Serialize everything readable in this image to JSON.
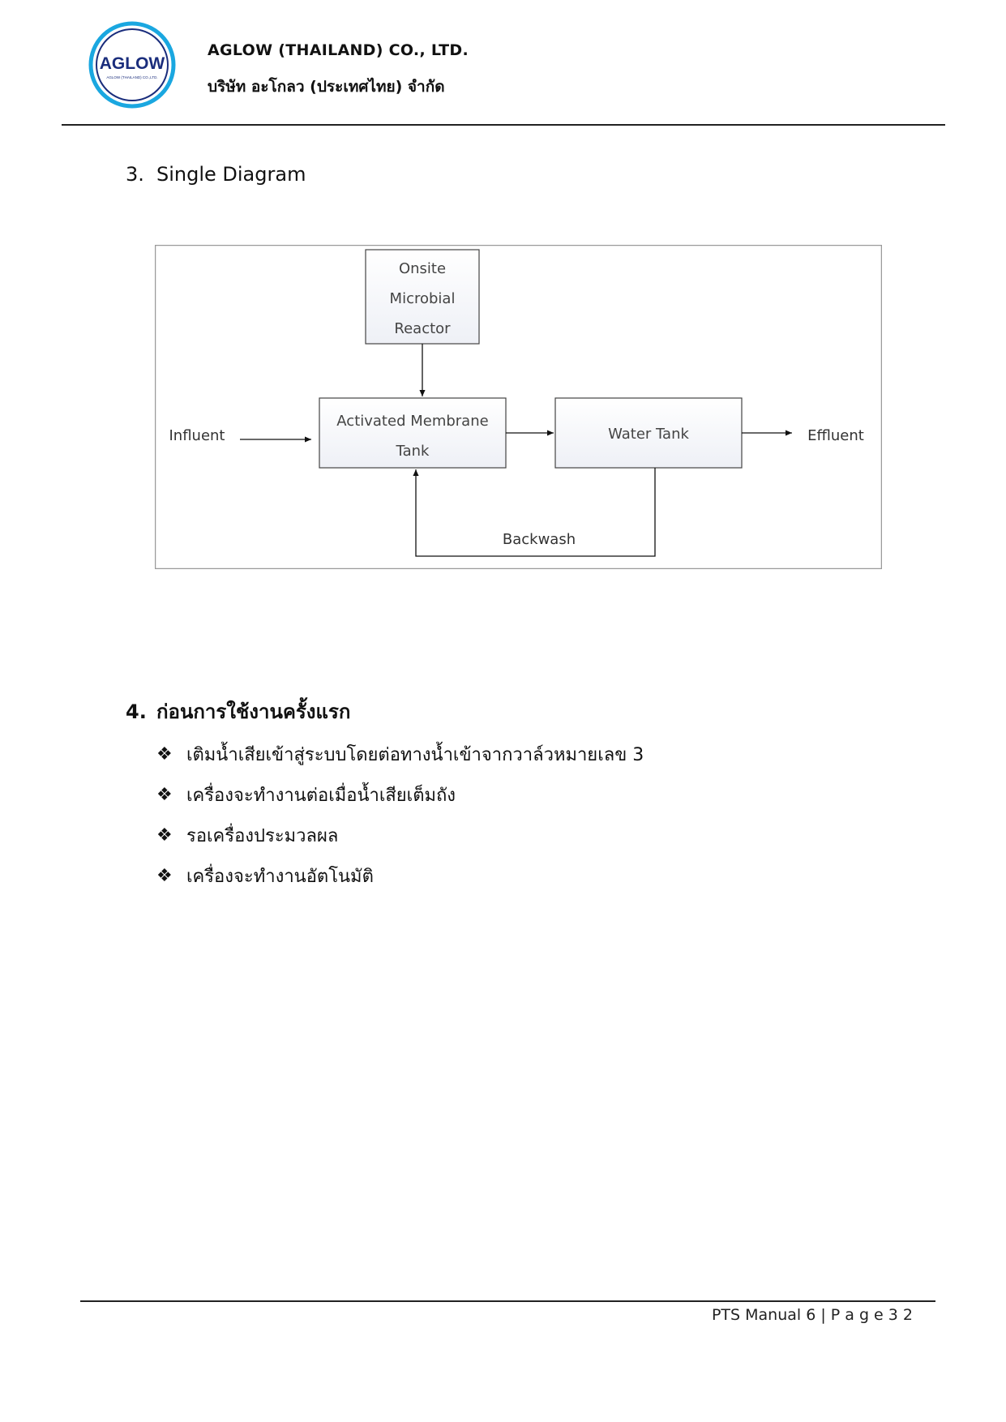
{
  "header": {
    "logo_text": "AGLOW",
    "logo_subtext": "AGLOW (THAILAND) CO.,LTD.",
    "company_en": "AGLOW (THAILAND) CO., LTD.",
    "company_th": "บริษัท อะโกลว  (ประเทศไทย) จำกัด"
  },
  "section3": {
    "number": "3.",
    "title": "Single Diagram"
  },
  "diagram": {
    "reactor_lines": [
      "Onsite",
      "Microbial",
      "Reactor"
    ],
    "amt_lines": [
      "Activated Membrane",
      "Tank"
    ],
    "water_tank": "Water Tank",
    "influent": "Influent",
    "effluent": "Effluent",
    "backwash": "Backwash"
  },
  "section4": {
    "number": "4.",
    "title": "ก่อนการใช้งานครั้งแรก"
  },
  "bullets": [
    "เติมน้ำเสียเข้าสู่ระบบโดยต่อทางน้ำเข้าจากวาล์วหมายเลข 3",
    "เครื่องจะทำงานต่อเมื่อน้ำเสียเต็มถัง",
    "รอเครื่องประมวลผล",
    "เครื่องจะทำงานอัตโนมัติ"
  ],
  "bullet_icon": "diamond-bullet-icon",
  "footer": {
    "text": "PTS Manual 6 | P a g e 3 2"
  },
  "colors": {
    "logo_ring": "#1aa7e0",
    "logo_text": "#1a2d7c",
    "diagram_border": "#9a9a9a"
  }
}
